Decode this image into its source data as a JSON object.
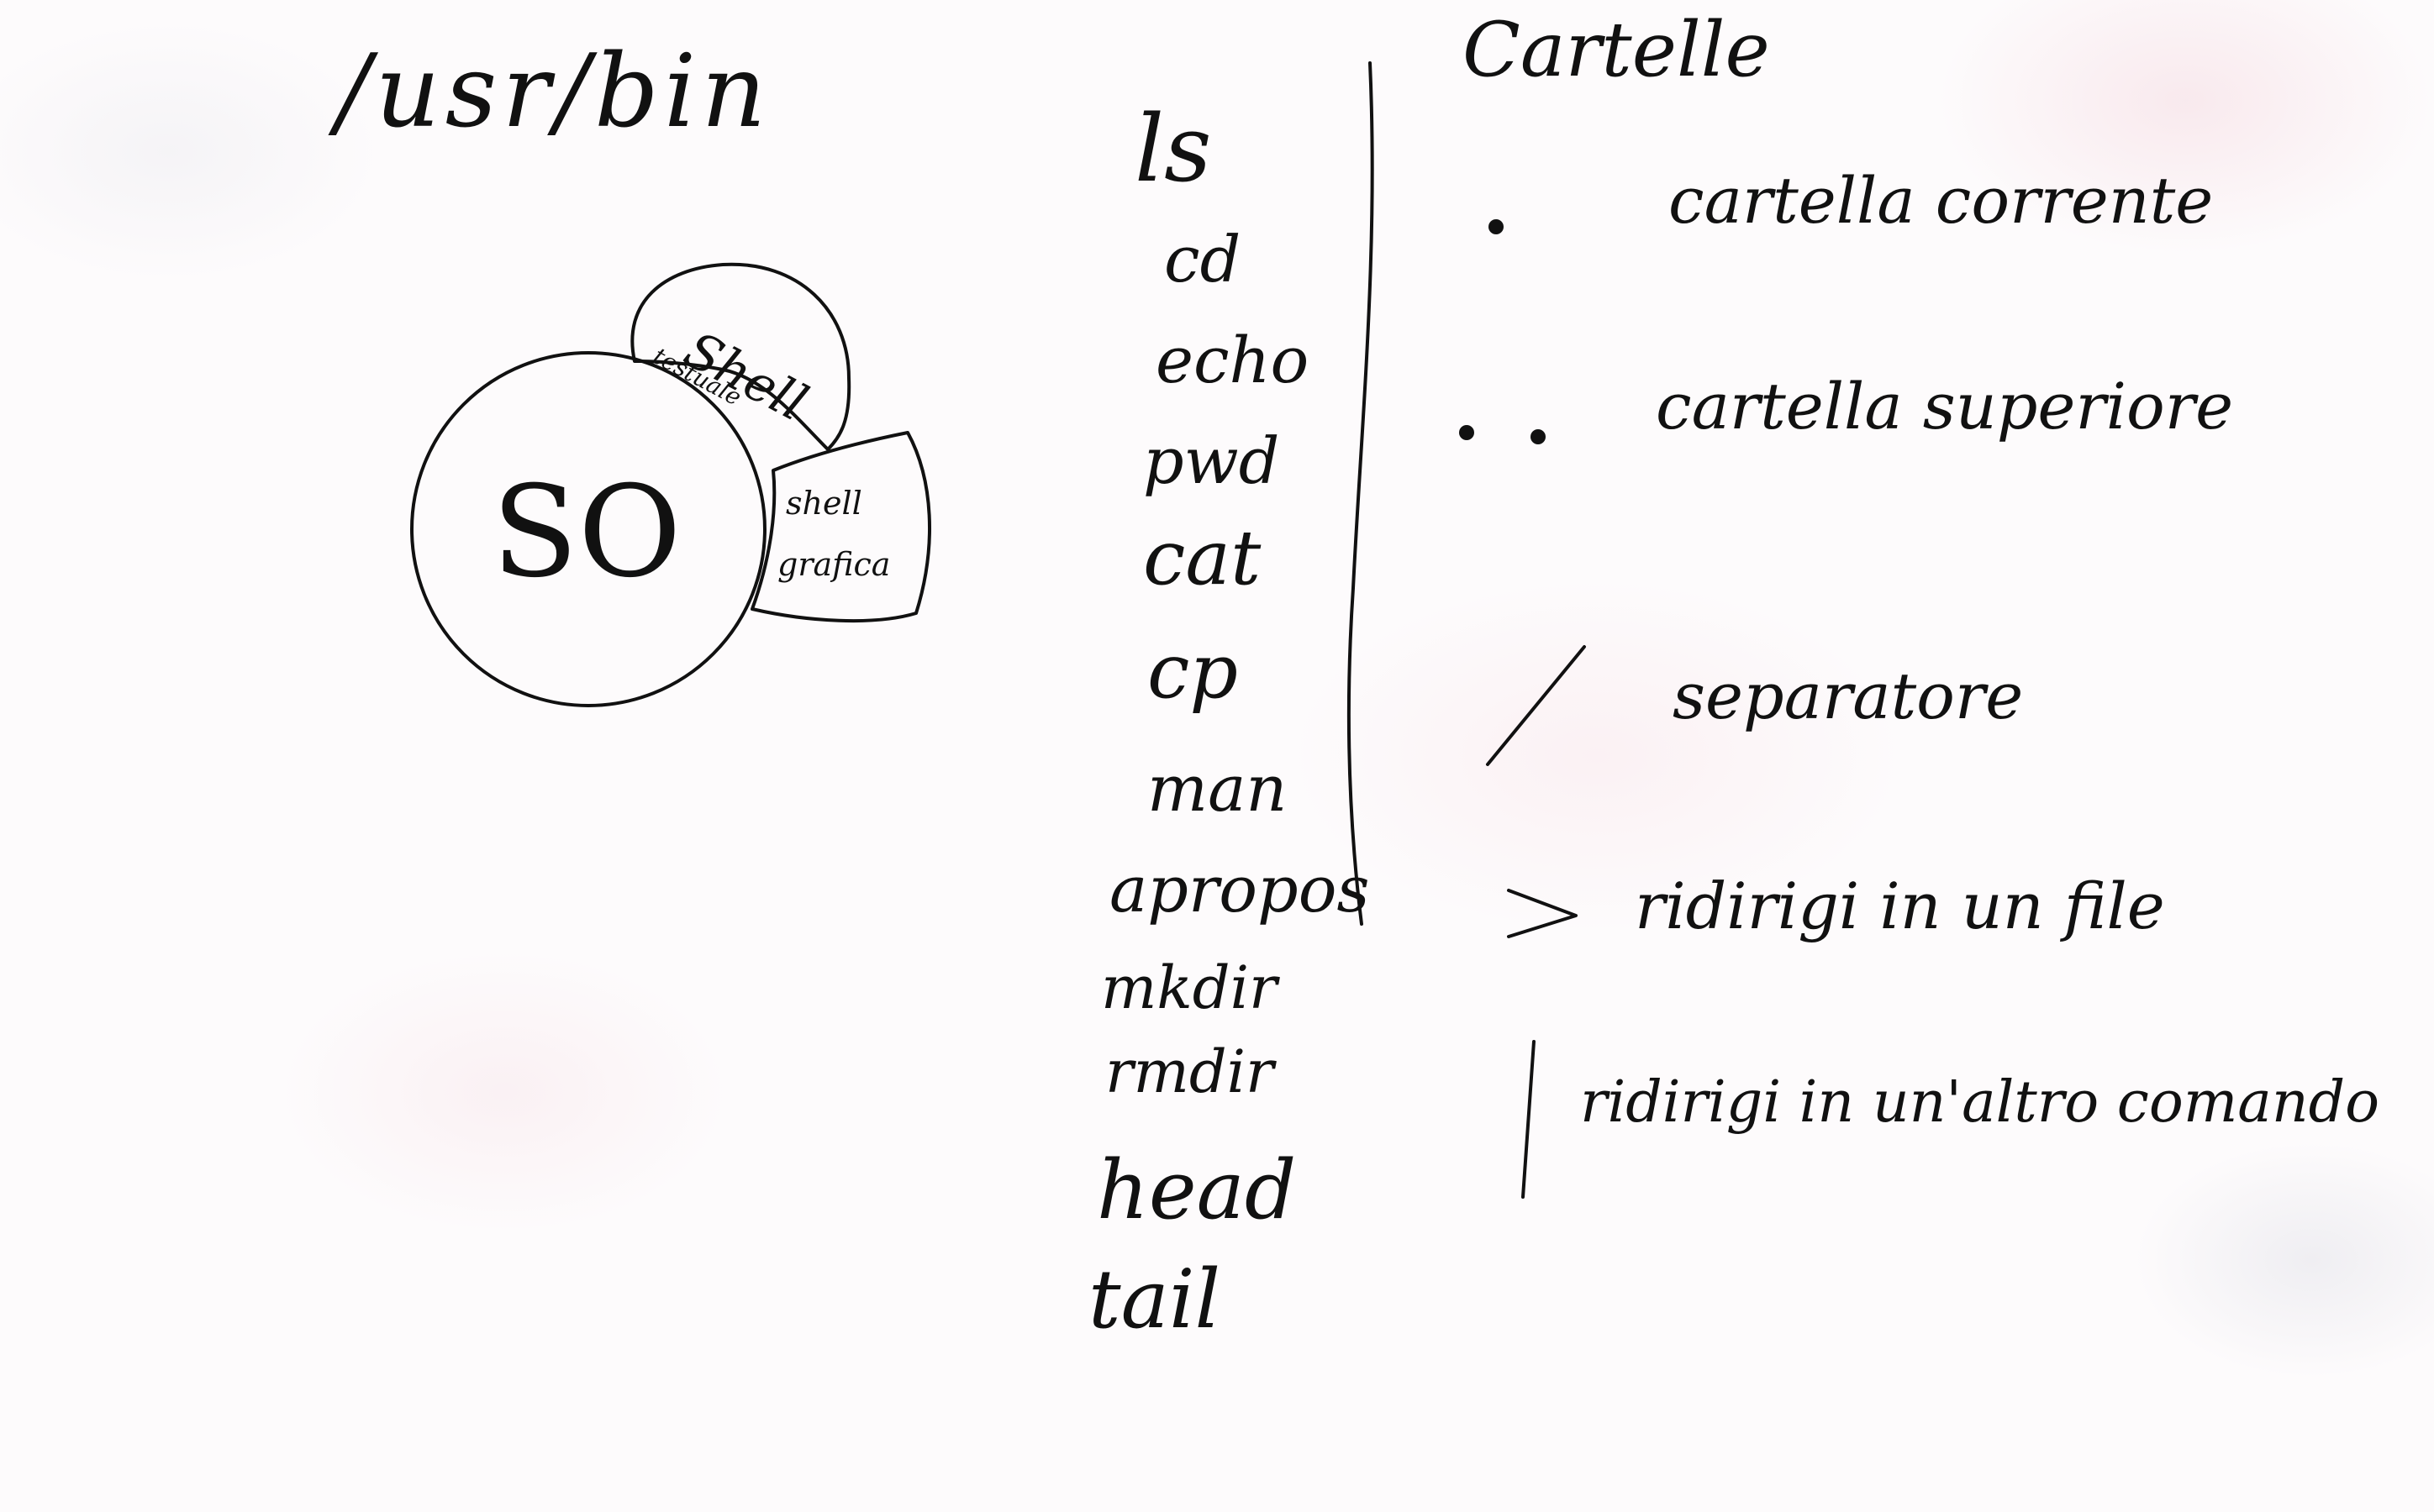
{
  "path_title": "/usr/bin",
  "diagram": {
    "core_label": "SO",
    "shell_text_label": "Shell",
    "shell_text_sublabel": "testuale",
    "shell_graphic_line1": "shell",
    "shell_graphic_line2": "grafica"
  },
  "commands": [
    "ls",
    "cd",
    "echo",
    "pwd",
    "cat",
    "cp",
    "man",
    "apropos",
    "mkdir",
    "rmdir",
    "head",
    "tail"
  ],
  "legend": {
    "title": "Cartelle",
    "items": [
      {
        "symbol": ".",
        "description": "cartella corrente"
      },
      {
        "symbol": "..",
        "description": "cartella superiore"
      },
      {
        "symbol": "/",
        "description": "separatore"
      },
      {
        "symbol": ">",
        "description": "ridirigi in un file"
      },
      {
        "symbol": "|",
        "description": "ridirigi in un'altro comando"
      }
    ]
  }
}
